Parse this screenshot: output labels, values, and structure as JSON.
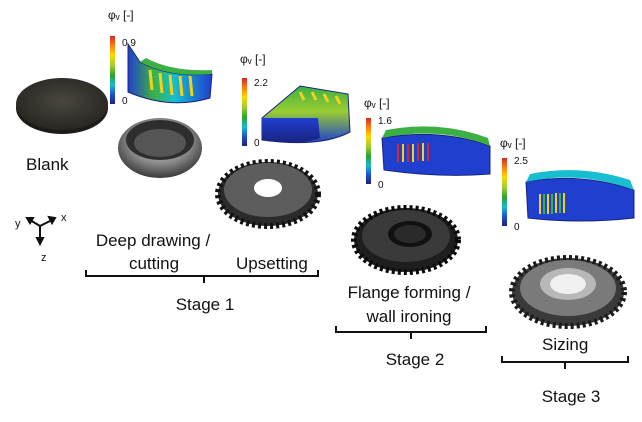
{
  "labels": {
    "blank": "Blank",
    "deep_drawing": "Deep drawing /",
    "cutting": "cutting",
    "upsetting": "Upsetting",
    "flange_forming": "Flange forming /",
    "wall_ironing": "wall ironing",
    "sizing": "Sizing",
    "stage1": "Stage 1",
    "stage2": "Stage 2",
    "stage3": "Stage 3"
  },
  "axes": {
    "x": "x",
    "y": "y",
    "z": "z"
  },
  "scales": [
    {
      "title": "φᵥ [-]",
      "max": "0.9",
      "min": "0"
    },
    {
      "title": "φᵥ [-]",
      "max": "2.2",
      "min": "0"
    },
    {
      "title": "φᵥ [-]",
      "max": "1.6",
      "min": "0"
    },
    {
      "title": "φᵥ [-]",
      "max": "2.5",
      "min": "0"
    }
  ],
  "colors": {
    "metal_dark": "#2b2b2b",
    "metal_mid": "#6e6e6e",
    "metal_light": "#b9b9b9",
    "fem_blue": "#1f3fcf",
    "fem_green": "#3cb043",
    "fem_yellow": "#f2d21b",
    "fem_red": "#d62728"
  }
}
